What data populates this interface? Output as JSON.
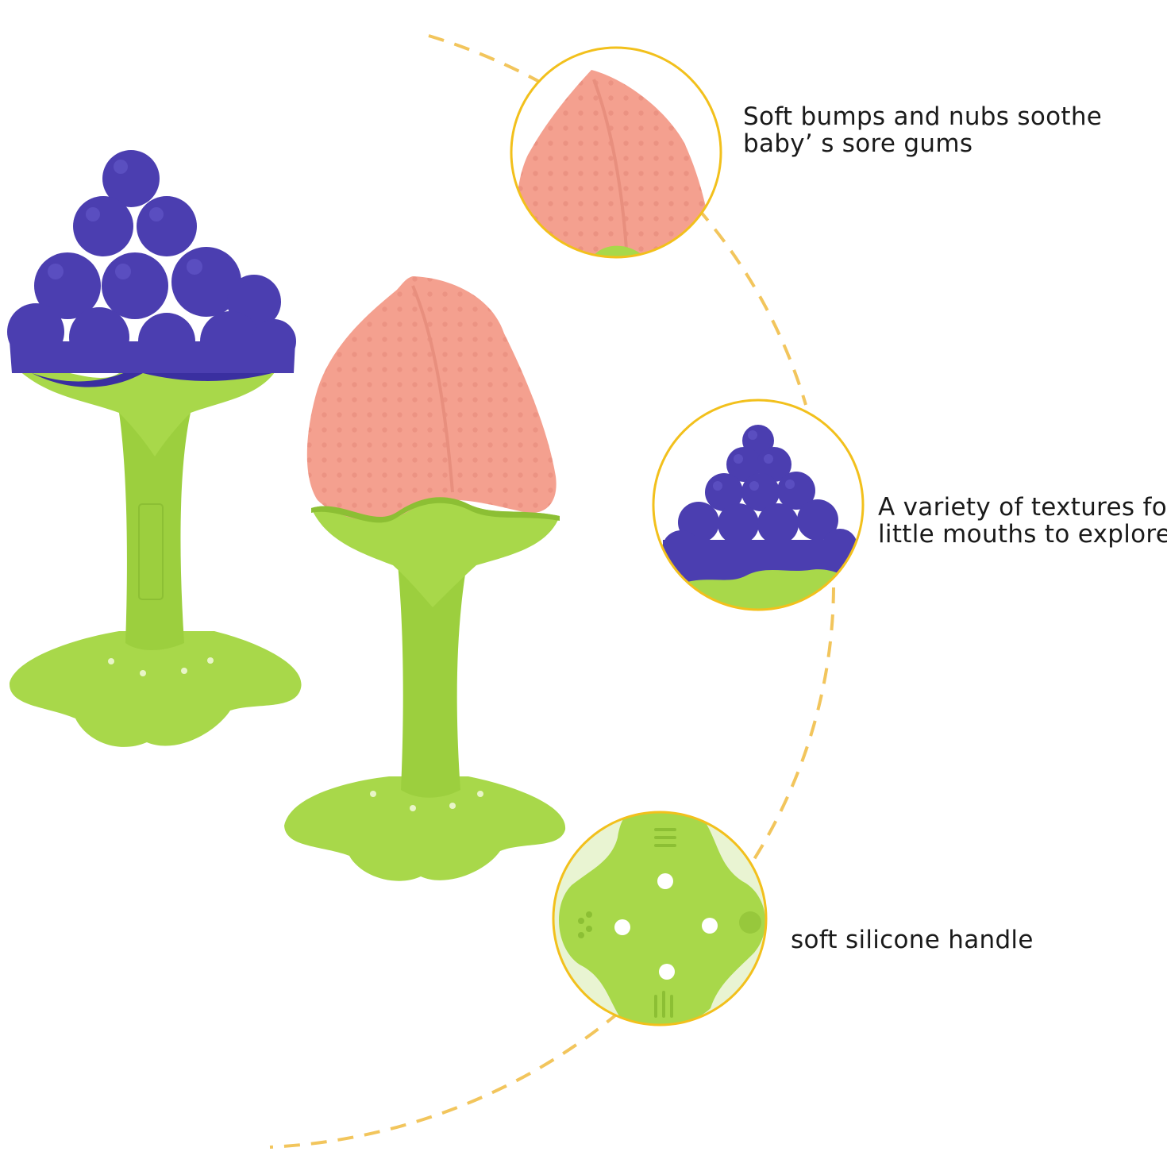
{
  "colors": {
    "dashed_ring": "#f2c55c",
    "circle_border": "#f2c01c",
    "grape": "#4b3eb0",
    "peach": "#f4a08f",
    "leaf_green": "#a8d84a"
  },
  "features": [
    {
      "icon": "peach-closeup-icon",
      "lines": [
        "Soft bumps and nubs soothe",
        "baby’ s sore gums"
      ]
    },
    {
      "icon": "grape-closeup-icon",
      "lines": [
        "A variety of textures for",
        "little mouths to explorel"
      ]
    },
    {
      "icon": "handle-base-closeup-icon",
      "lines": [
        "soft silicone handle"
      ]
    }
  ]
}
